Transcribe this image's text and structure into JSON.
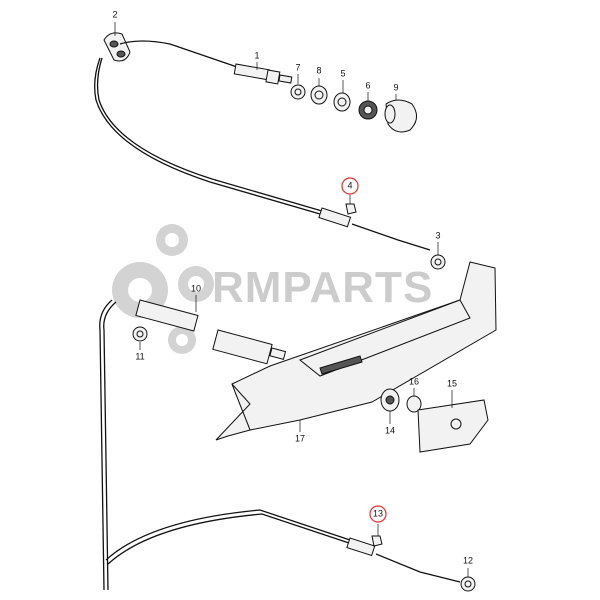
{
  "watermark": "RMPARTS",
  "highlight_color": "#e0302c",
  "callouts": {
    "p1": "1",
    "p2": "2",
    "p3": "3",
    "p4": "4",
    "p5": "5",
    "p6": "6",
    "p7": "7",
    "p8": "8",
    "p9": "9",
    "p10": "10",
    "p11": "11",
    "p12": "12",
    "p13": "13",
    "p14": "14",
    "p15": "15",
    "p16": "16",
    "p17": "17"
  }
}
